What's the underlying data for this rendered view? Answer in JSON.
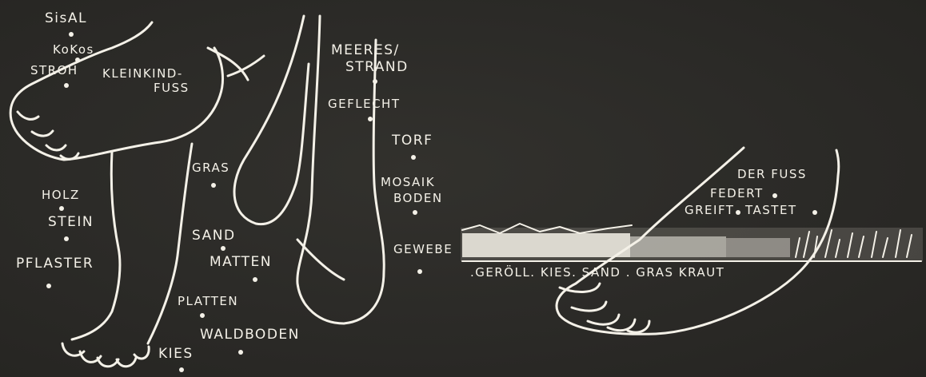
{
  "left_labels": {
    "sisal": "SisAL",
    "kokos": "KoKos",
    "stroh": "STROH",
    "kleinkind_line1": "KLEINKIND-",
    "kleinkind_line2": "FUSS",
    "holz": "HOLZ",
    "stein": "STEIN",
    "pflaster": "PFLASTER",
    "gras": "GRAS",
    "sand": "SAND",
    "matten": "MATTEN",
    "platten": "PLATTEN",
    "waldboden": "WALDBODEN",
    "kies": "KIES",
    "meeresstrand_line1": "MEERES/",
    "meeresstrand_line2": "STRAND",
    "geflecht": "GEFLECHT",
    "torf": "TORF",
    "mosaikboden_line1": "MOSAIK",
    "mosaikboden_line2": "BODEN",
    "gewebe": "GEWEBE"
  },
  "right_labels": {
    "der_fuss": "DER FUSS",
    "federt": "FEDERT",
    "greift": "GREIFT",
    "tastet": "TASTET",
    "ground_line": ".GERÖLL. KIES.    SAND   .    GRAS    KRAUT"
  },
  "colors": {
    "background": "#2b2a27",
    "ink": "#f4f1e8"
  }
}
